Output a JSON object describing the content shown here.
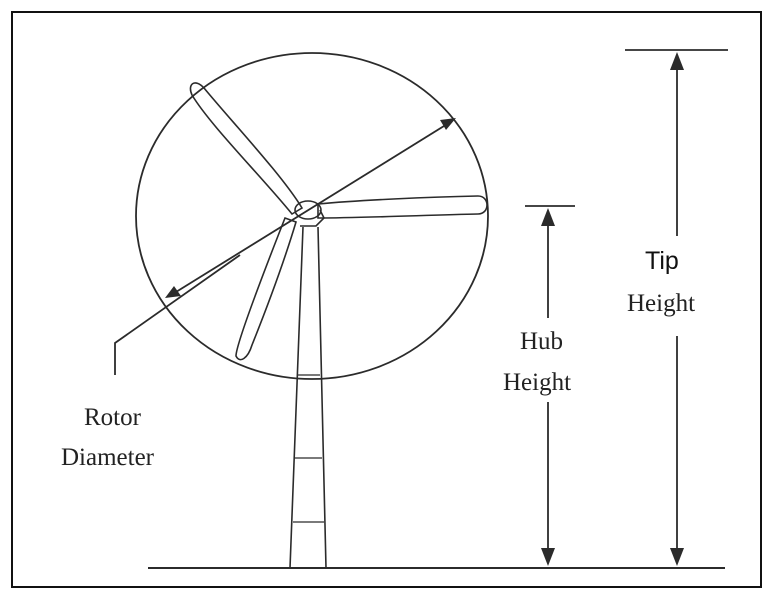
{
  "labels": {
    "rotor_line1": "Rotor",
    "rotor_line2": "Diameter",
    "hub_line1": "Hub",
    "hub_line2": "Height",
    "tip_line1": "Tip",
    "tip_line2": "Height"
  },
  "colors": {
    "line": "#2b2b2b",
    "frame": "#111111",
    "background": "#ffffff"
  }
}
